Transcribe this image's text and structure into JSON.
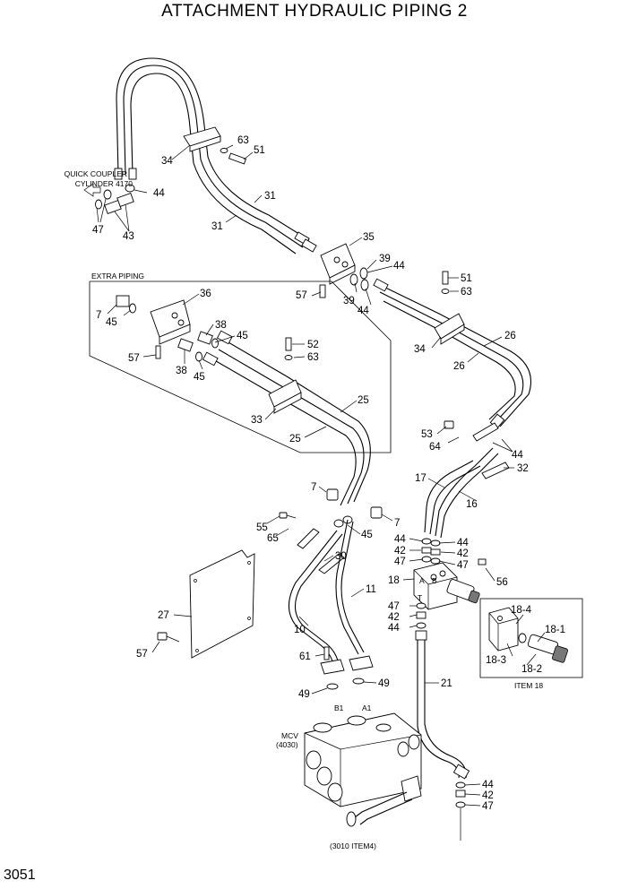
{
  "title": "ATTACHMENT HYDRAULIC PIPING 2",
  "page_number": "3051",
  "notes": {
    "quick_coupler_line1": "QUICK COUPLER",
    "quick_coupler_line2": "CYLINDER 4170",
    "extra_piping": "EXTRA PIPING",
    "mcv_line1": "MCV",
    "mcv_line2": "(4030)",
    "item18": "ITEM 18",
    "ref_3010": "(3010 ITEM4)",
    "port_a": "A",
    "port_b": "B",
    "port_t": "T",
    "port_b1": "B1",
    "port_a1": "A1"
  },
  "callouts": [
    {
      "id": "c1",
      "text": "34"
    },
    {
      "id": "c2",
      "text": "63"
    },
    {
      "id": "c3",
      "text": "51"
    },
    {
      "id": "c4",
      "text": "44"
    },
    {
      "id": "c5",
      "text": "47"
    },
    {
      "id": "c6",
      "text": "43"
    },
    {
      "id": "c7",
      "text": "31"
    },
    {
      "id": "c8",
      "text": "31"
    },
    {
      "id": "c9",
      "text": "35"
    },
    {
      "id": "c10",
      "text": "39"
    },
    {
      "id": "c11",
      "text": "44"
    },
    {
      "id": "c12",
      "text": "57"
    },
    {
      "id": "c13",
      "text": "39"
    },
    {
      "id": "c14",
      "text": "44"
    },
    {
      "id": "c15",
      "text": "51"
    },
    {
      "id": "c16",
      "text": "63"
    },
    {
      "id": "c17",
      "text": "36"
    },
    {
      "id": "c18",
      "text": "7"
    },
    {
      "id": "c19",
      "text": "45"
    },
    {
      "id": "c20",
      "text": "38"
    },
    {
      "id": "c21",
      "text": "45"
    },
    {
      "id": "c22",
      "text": "57"
    },
    {
      "id": "c23",
      "text": "38"
    },
    {
      "id": "c24",
      "text": "45"
    },
    {
      "id": "c25",
      "text": "52"
    },
    {
      "id": "c26",
      "text": "63"
    },
    {
      "id": "c27",
      "text": "34"
    },
    {
      "id": "c28",
      "text": "26"
    },
    {
      "id": "c29",
      "text": "26"
    },
    {
      "id": "c30",
      "text": "25"
    },
    {
      "id": "c31",
      "text": "33"
    },
    {
      "id": "c32",
      "text": "25"
    },
    {
      "id": "c33",
      "text": "53"
    },
    {
      "id": "c34",
      "text": "64"
    },
    {
      "id": "c35",
      "text": "44"
    },
    {
      "id": "c36",
      "text": "32"
    },
    {
      "id": "c37",
      "text": "17"
    },
    {
      "id": "c38",
      "text": "16"
    },
    {
      "id": "c39",
      "text": "7"
    },
    {
      "id": "c40",
      "text": "7"
    },
    {
      "id": "c41",
      "text": "45"
    },
    {
      "id": "c42",
      "text": "55"
    },
    {
      "id": "c43",
      "text": "65"
    },
    {
      "id": "c44",
      "text": "30"
    },
    {
      "id": "c45",
      "text": "44"
    },
    {
      "id": "c46",
      "text": "44"
    },
    {
      "id": "c47",
      "text": "42"
    },
    {
      "id": "c48",
      "text": "42"
    },
    {
      "id": "c49",
      "text": "47"
    },
    {
      "id": "c50",
      "text": "47"
    },
    {
      "id": "c51",
      "text": "18"
    },
    {
      "id": "c52",
      "text": "56"
    },
    {
      "id": "c53",
      "text": "11"
    },
    {
      "id": "c54",
      "text": "47"
    },
    {
      "id": "c55",
      "text": "42"
    },
    {
      "id": "c56",
      "text": "44"
    },
    {
      "id": "c57",
      "text": "27"
    },
    {
      "id": "c58",
      "text": "10"
    },
    {
      "id": "c59",
      "text": "57"
    },
    {
      "id": "c60",
      "text": "61"
    },
    {
      "id": "c61",
      "text": "49"
    },
    {
      "id": "c62",
      "text": "49"
    },
    {
      "id": "c63",
      "text": "21"
    },
    {
      "id": "c64",
      "text": "18-4"
    },
    {
      "id": "c65",
      "text": "18-1"
    },
    {
      "id": "c66",
      "text": "18-3"
    },
    {
      "id": "c67",
      "text": "18-2"
    },
    {
      "id": "c68",
      "text": "44"
    },
    {
      "id": "c69",
      "text": "42"
    },
    {
      "id": "c70",
      "text": "47"
    }
  ]
}
